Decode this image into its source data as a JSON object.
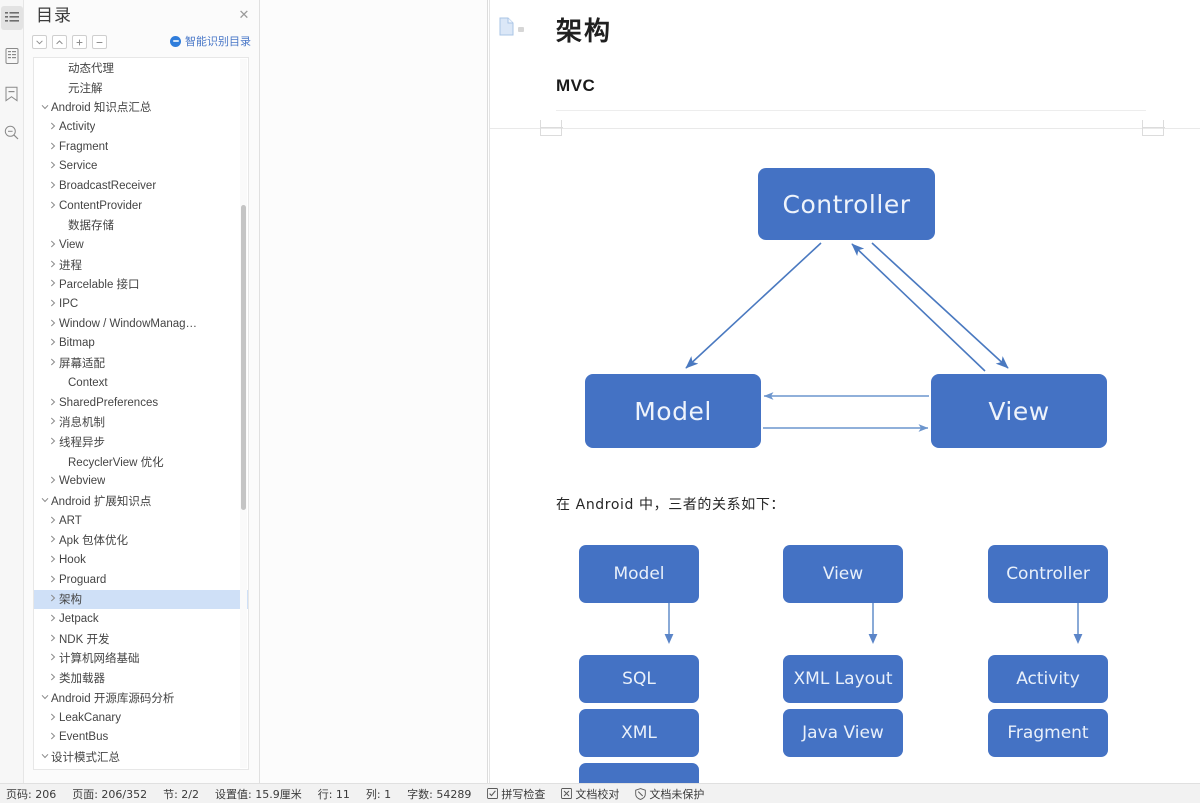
{
  "rail": {
    "items": [
      {
        "icon": "list-lines-icon",
        "name": "outline-panel-toggle",
        "active": true
      },
      {
        "icon": "document-outline-icon",
        "name": "document-outline",
        "active": false
      },
      {
        "icon": "bookmark-icon",
        "name": "bookmark-panel",
        "active": false
      },
      {
        "icon": "search-zoom-icon",
        "name": "search-panel",
        "active": false
      }
    ]
  },
  "toc": {
    "title": "目录",
    "close_label": "✕",
    "toolbar": [
      {
        "name": "collapse-down-button",
        "icon": "chevron-down-icon"
      },
      {
        "name": "collapse-up-button",
        "icon": "chevron-up-icon"
      },
      {
        "name": "expand-level-button",
        "icon": "plus-icon"
      },
      {
        "name": "collapse-level-button",
        "icon": "minus-icon"
      }
    ],
    "smart_label": "智能识别目录",
    "selected_item": "架构",
    "items": [
      {
        "label": "动态代理",
        "level": 2,
        "caret": ""
      },
      {
        "label": "元注解",
        "level": 2,
        "caret": ""
      },
      {
        "label": "Android 知识点汇总",
        "level": 0,
        "caret": "v"
      },
      {
        "label": "Activity",
        "level": 1,
        "caret": ">"
      },
      {
        "label": "Fragment",
        "level": 1,
        "caret": ">"
      },
      {
        "label": "Service",
        "level": 1,
        "caret": ">"
      },
      {
        "label": "BroadcastReceiver",
        "level": 1,
        "caret": ">"
      },
      {
        "label": "ContentProvider",
        "level": 1,
        "caret": ">"
      },
      {
        "label": "数据存储",
        "level": 2,
        "caret": ""
      },
      {
        "label": "View",
        "level": 1,
        "caret": ">"
      },
      {
        "label": "进程",
        "level": 1,
        "caret": ">"
      },
      {
        "label": "Parcelable 接口",
        "level": 1,
        "caret": ">"
      },
      {
        "label": "IPC",
        "level": 1,
        "caret": ">"
      },
      {
        "label": "Window / WindowManag…",
        "level": 1,
        "caret": ">"
      },
      {
        "label": "Bitmap",
        "level": 1,
        "caret": ">"
      },
      {
        "label": "屏幕适配",
        "level": 1,
        "caret": ">"
      },
      {
        "label": "Context",
        "level": 2,
        "caret": ""
      },
      {
        "label": "SharedPreferences",
        "level": 1,
        "caret": ">"
      },
      {
        "label": "消息机制",
        "level": 1,
        "caret": ">"
      },
      {
        "label": "线程异步",
        "level": 1,
        "caret": ">"
      },
      {
        "label": "RecyclerView 优化",
        "level": 2,
        "caret": ""
      },
      {
        "label": "Webview",
        "level": 1,
        "caret": ">"
      },
      {
        "label": "Android 扩展知识点",
        "level": 0,
        "caret": "v"
      },
      {
        "label": "ART",
        "level": 1,
        "caret": ">"
      },
      {
        "label": "Apk 包体优化",
        "level": 1,
        "caret": ">"
      },
      {
        "label": "Hook",
        "level": 1,
        "caret": ">"
      },
      {
        "label": "Proguard",
        "level": 1,
        "caret": ">"
      },
      {
        "label": "架构",
        "level": 1,
        "caret": ">"
      },
      {
        "label": "Jetpack",
        "level": 1,
        "caret": ">"
      },
      {
        "label": "NDK 开发",
        "level": 1,
        "caret": ">"
      },
      {
        "label": "计算机网络基础",
        "level": 1,
        "caret": ">"
      },
      {
        "label": "类加载器",
        "level": 1,
        "caret": ">"
      },
      {
        "label": "Android 开源库源码分析",
        "level": 0,
        "caret": "v"
      },
      {
        "label": "LeakCanary",
        "level": 1,
        "caret": ">"
      },
      {
        "label": "EventBus",
        "level": 1,
        "caret": ">"
      },
      {
        "label": "设计模式汇总",
        "level": 0,
        "caret": "v"
      }
    ]
  },
  "document": {
    "paste_icon": "paste-document-icon",
    "title": "架构",
    "subtitle": "MVC",
    "caption": "在 Android 中，三者的关系如下：",
    "diagram": {
      "box_color": "#4472c4",
      "arrow_color": "#5b85c8",
      "triangle": {
        "controller": "Controller",
        "model": "Model",
        "view": "View"
      },
      "columns": [
        {
          "head": "Model",
          "children": [
            "SQL",
            "XML",
            ""
          ]
        },
        {
          "head": "View",
          "children": [
            "XML Layout",
            "Java View"
          ]
        },
        {
          "head": "Controller",
          "children": [
            "Activity",
            "Fragment"
          ]
        }
      ]
    }
  },
  "status_bar": {
    "items": [
      {
        "name": "page-number",
        "text": "页码: 206",
        "icon": ""
      },
      {
        "name": "page-count",
        "text": "页面: 206/352",
        "icon": ""
      },
      {
        "name": "section",
        "text": "节: 2/2",
        "icon": ""
      },
      {
        "name": "position-value",
        "text": "设置值: 15.9厘米",
        "icon": ""
      },
      {
        "name": "line-number",
        "text": "行: 11",
        "icon": ""
      },
      {
        "name": "column-number",
        "text": "列: 1",
        "icon": ""
      },
      {
        "name": "word-count",
        "text": "字数: 54289",
        "icon": ""
      },
      {
        "name": "spell-check",
        "text": "拼写检查",
        "icon": "spellcheck-icon"
      },
      {
        "name": "doc-proofread",
        "text": "文档校对",
        "icon": "proofread-icon"
      },
      {
        "name": "doc-protection",
        "text": "文档未保护",
        "icon": "shield-unlocked-icon"
      }
    ]
  }
}
